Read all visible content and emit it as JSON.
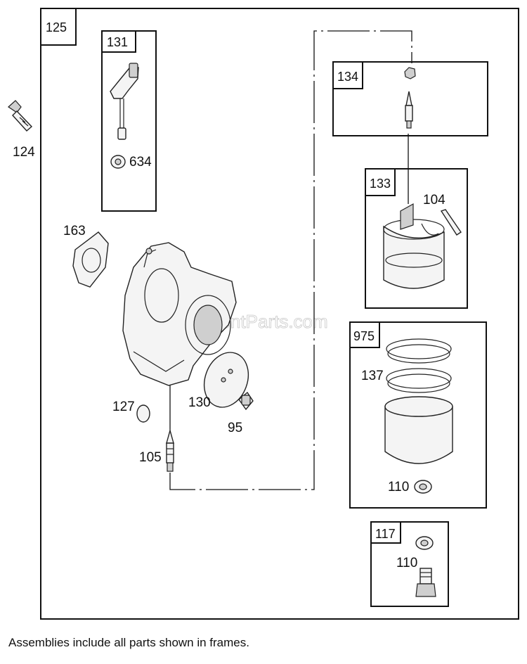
{
  "frames": {
    "main": "125",
    "f131": "131",
    "f134": "134",
    "f133": "133",
    "f975": "975",
    "f117": "117"
  },
  "parts": {
    "p124": "124",
    "p634": "634",
    "p163": "163",
    "p104": "104",
    "p137": "137",
    "p127": "127",
    "p130": "130",
    "p95": "95",
    "p105": "105",
    "p110a": "110",
    "p110b": "110"
  },
  "watermark": "eReplacementParts.com",
  "footnote": "Assemblies include all parts shown in frames."
}
